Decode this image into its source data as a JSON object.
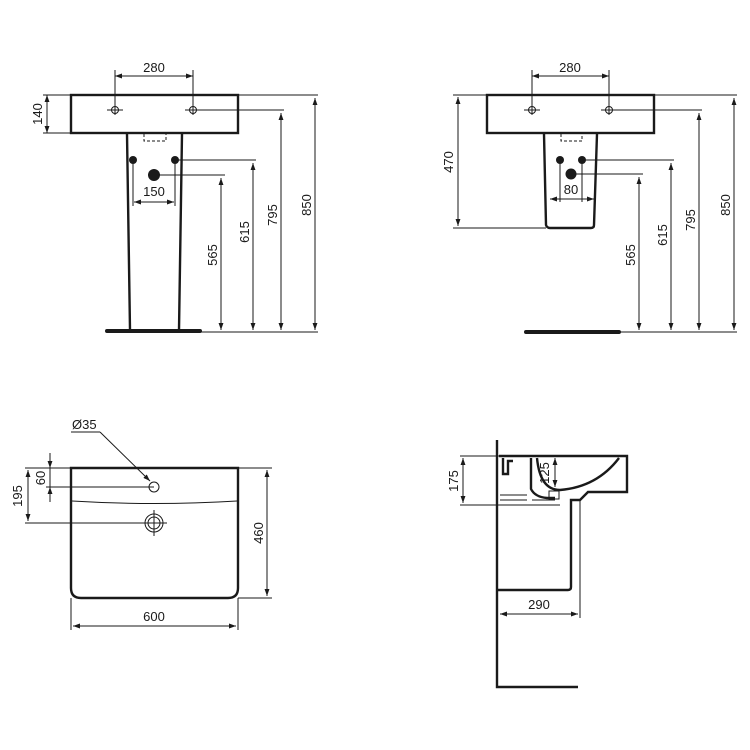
{
  "views": {
    "pedestal_front": {
      "tap_hole_spacing": "280",
      "basin_height": "140",
      "supply_spacing": "150",
      "waste_height": "565",
      "supply_height": "615",
      "tap_height": "795",
      "total_height": "850"
    },
    "semi_pedestal_front": {
      "tap_hole_spacing": "280",
      "pedestal_drop": "470",
      "supply_spacing": "80",
      "waste_height": "565",
      "supply_height": "615",
      "tap_height": "795",
      "total_height": "850"
    },
    "plan_top": {
      "tap_hole_diameter": "Ø35",
      "tap_hole_offset": "60",
      "waste_offset": "195",
      "depth": "460",
      "width": "600"
    },
    "side_section": {
      "rim_height": "175",
      "bowl_depth": "125",
      "pedestal_projection": "290"
    }
  },
  "colors": {
    "line": "#1a1a1a",
    "background": "#ffffff"
  }
}
